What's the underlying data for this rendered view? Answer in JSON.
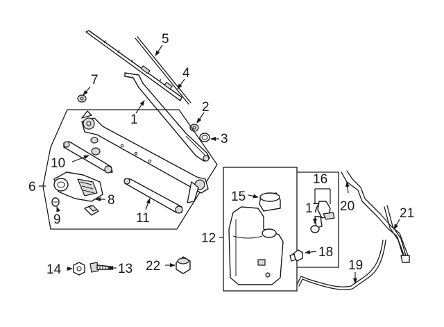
{
  "callouts": [
    {
      "id": "1",
      "text": "1"
    },
    {
      "id": "2",
      "text": "2"
    },
    {
      "id": "3",
      "text": "3"
    },
    {
      "id": "4",
      "text": "4"
    },
    {
      "id": "5",
      "text": "5"
    },
    {
      "id": "6",
      "text": "6"
    },
    {
      "id": "7",
      "text": "7"
    },
    {
      "id": "8",
      "text": "8"
    },
    {
      "id": "9",
      "text": "9"
    },
    {
      "id": "10",
      "text": "10"
    },
    {
      "id": "11",
      "text": "11"
    },
    {
      "id": "12",
      "text": "12"
    },
    {
      "id": "13",
      "text": "13"
    },
    {
      "id": "14",
      "text": "14"
    },
    {
      "id": "15",
      "text": "15"
    },
    {
      "id": "16",
      "text": "16"
    },
    {
      "id": "17",
      "text": "17"
    },
    {
      "id": "18",
      "text": "18"
    },
    {
      "id": "19",
      "text": "19"
    },
    {
      "id": "20",
      "text": "20"
    },
    {
      "id": "21",
      "text": "21"
    },
    {
      "id": "22",
      "text": "22"
    }
  ],
  "colors": {
    "ink": "#1a1a1a",
    "shade": "#d9d9d9",
    "background": "#ffffff"
  }
}
